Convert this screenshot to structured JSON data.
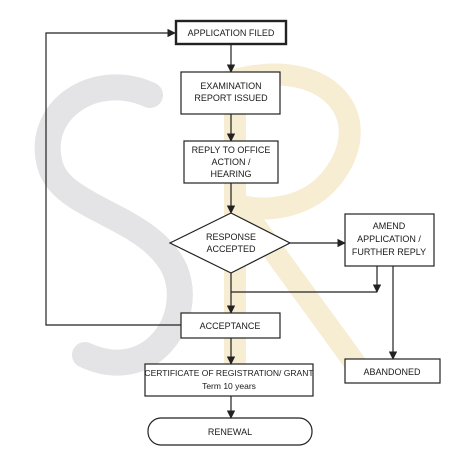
{
  "flowchart": {
    "nodes": {
      "application_filed": "APPLICATION FILED",
      "examination_report": [
        "EXAMINATION",
        "REPORT ISSUED"
      ],
      "reply": [
        "REPLY TO OFFICE",
        "ACTION /",
        "HEARING"
      ],
      "decision": [
        "RESPONSE",
        "ACCEPTED"
      ],
      "amend": [
        "AMEND",
        "APPLICATION /",
        "FURTHER REPLY"
      ],
      "acceptance": "ACCEPTANCE",
      "abandoned": "ABANDONED",
      "certificate": [
        "CERTIFICATE OF REGISTRATION/ GRANT",
        "Term 10 years"
      ],
      "renewal": "RENEWAL"
    }
  },
  "watermark": {
    "letters": "SR",
    "colors": {
      "s_letter": "#e4e4e6",
      "r_letter": "#f6edd2"
    }
  }
}
